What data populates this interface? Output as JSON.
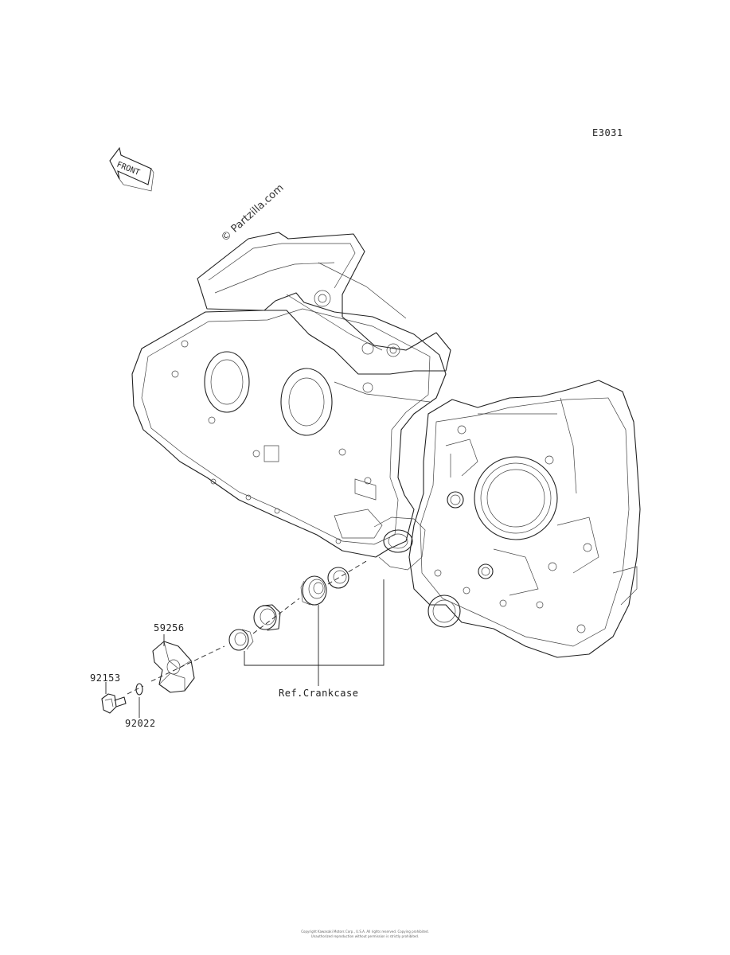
{
  "diagram": {
    "code": "E3031",
    "front_label": "FRONT",
    "watermark": "© Partzilla.com",
    "labels": {
      "impeller": "59256",
      "bolt": "92153",
      "washer": "92022",
      "reference": "Ref.Crankcase"
    },
    "footer_line1": "Copyright Kawasaki Motors Corp., U.S.A. All rights reserved. Copying prohibited.",
    "footer_line2": "Unauthorized reproduction without permission is strictly prohibited."
  }
}
